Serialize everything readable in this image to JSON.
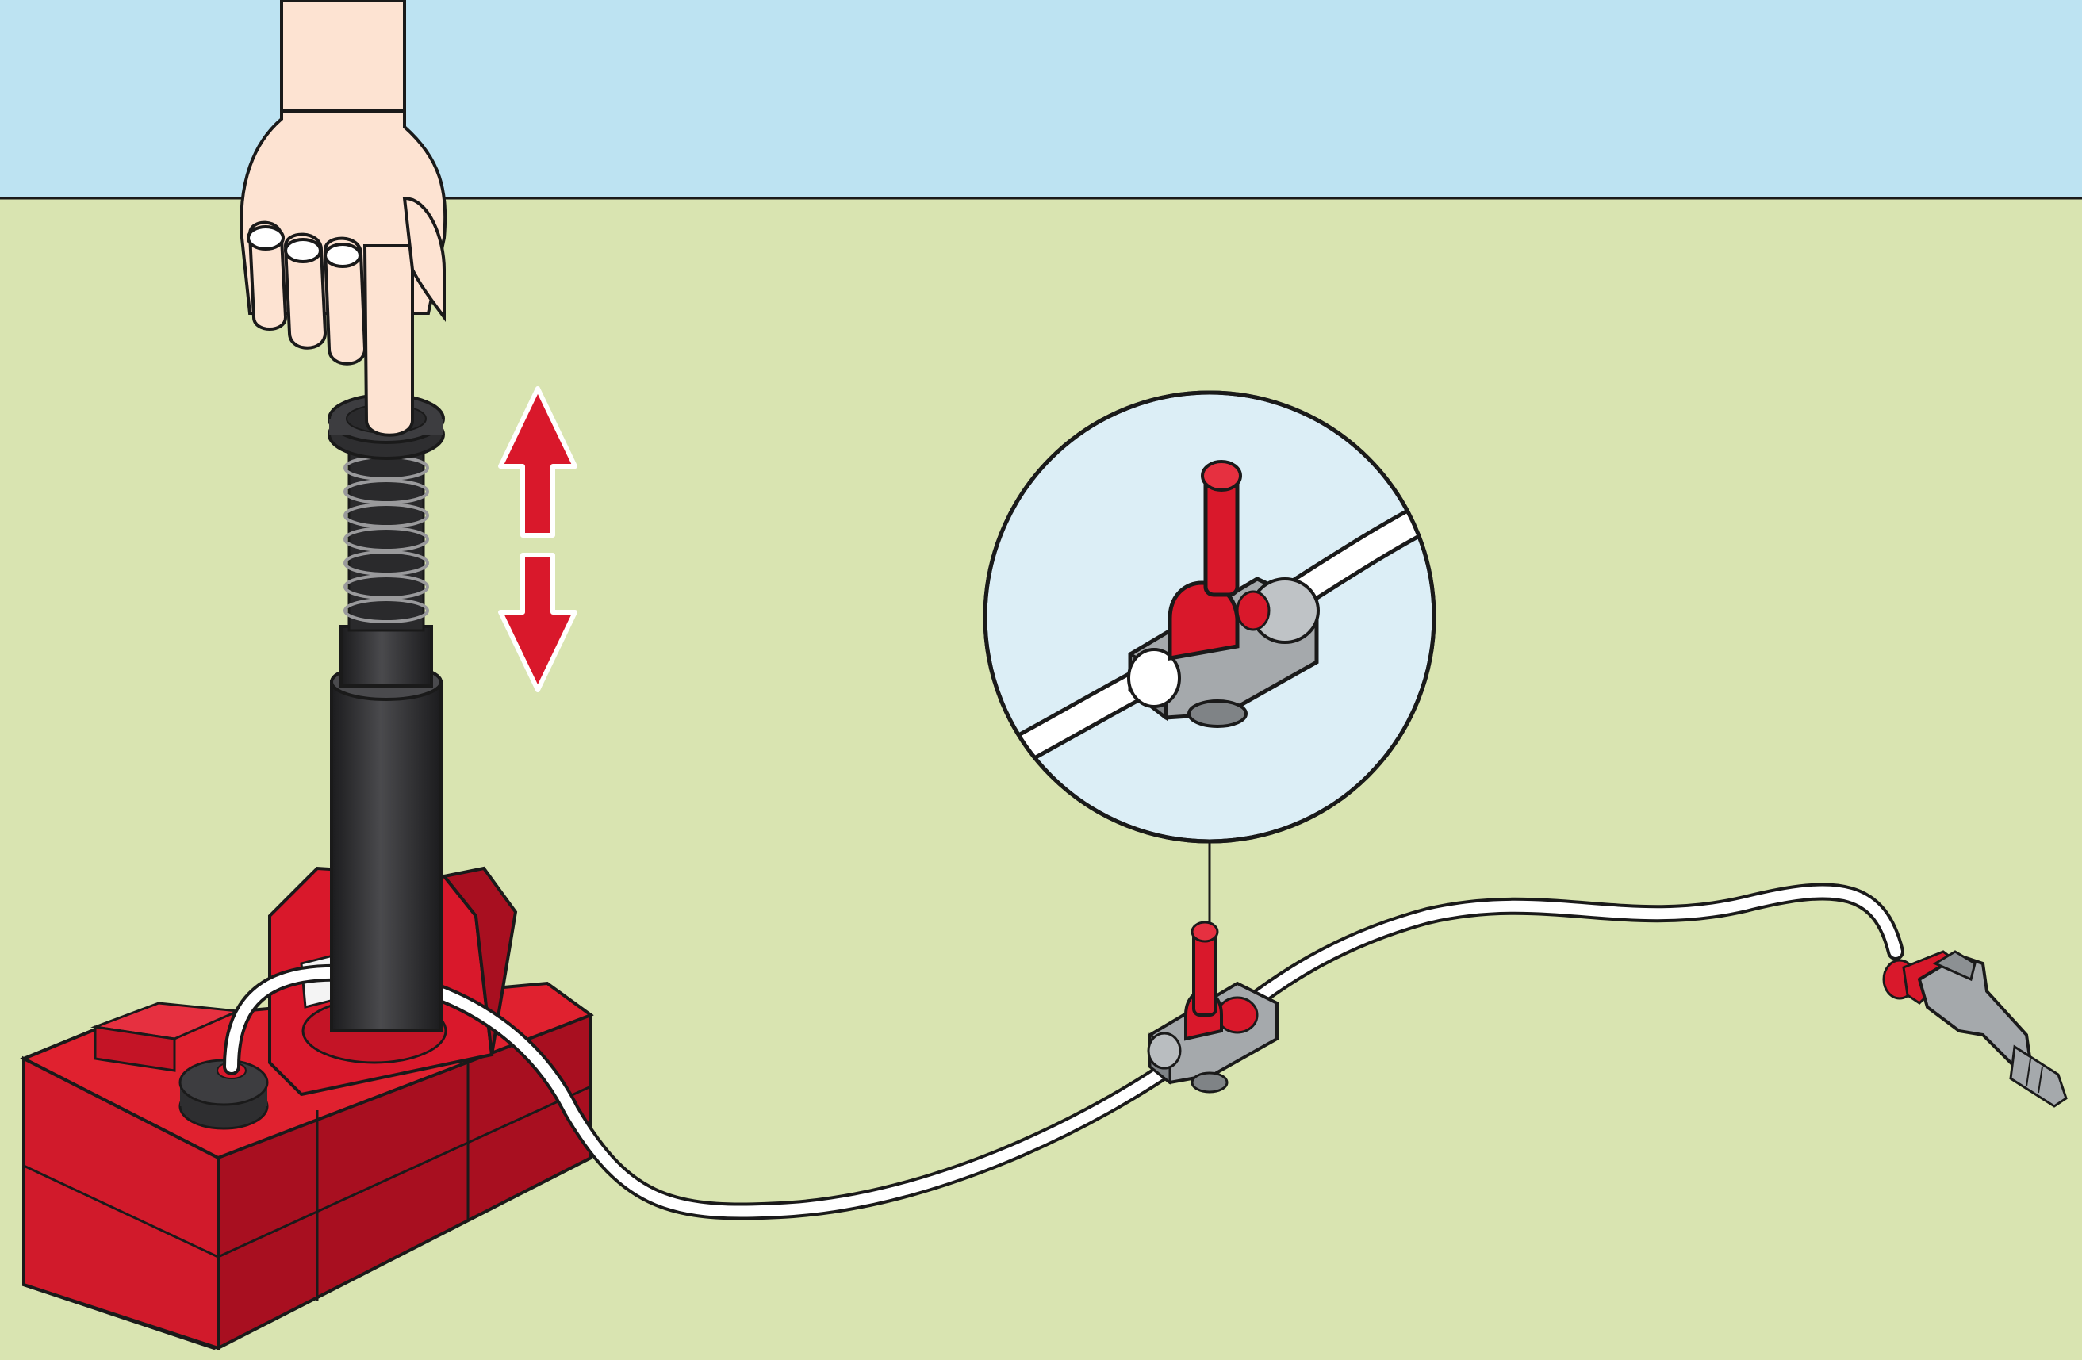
{
  "scene": {
    "type": "illustration",
    "colors": {
      "sky": "#bde3f2",
      "ground": "#d9e4b1",
      "pump_body": "#d9182b",
      "pump_body_shadow": "#a80f20",
      "pump_cylinder": "#2e2e30",
      "spring": "#3a3a3c",
      "hose": "#ffffff",
      "valve_grey": "#9fa3a6",
      "arrow_red": "#d9182b",
      "skin": "#fde3d2",
      "outline": "#1a1a1a"
    },
    "elements": {
      "hand": "hand-pressing-icon",
      "arrows": "up-down-arrows-icon",
      "pump": "air-pump-icon",
      "valve": "valve-icon",
      "zoom": "magnified-valve-detail",
      "nozzle": "nozzle-icon",
      "hose": "hose-tube"
    }
  }
}
